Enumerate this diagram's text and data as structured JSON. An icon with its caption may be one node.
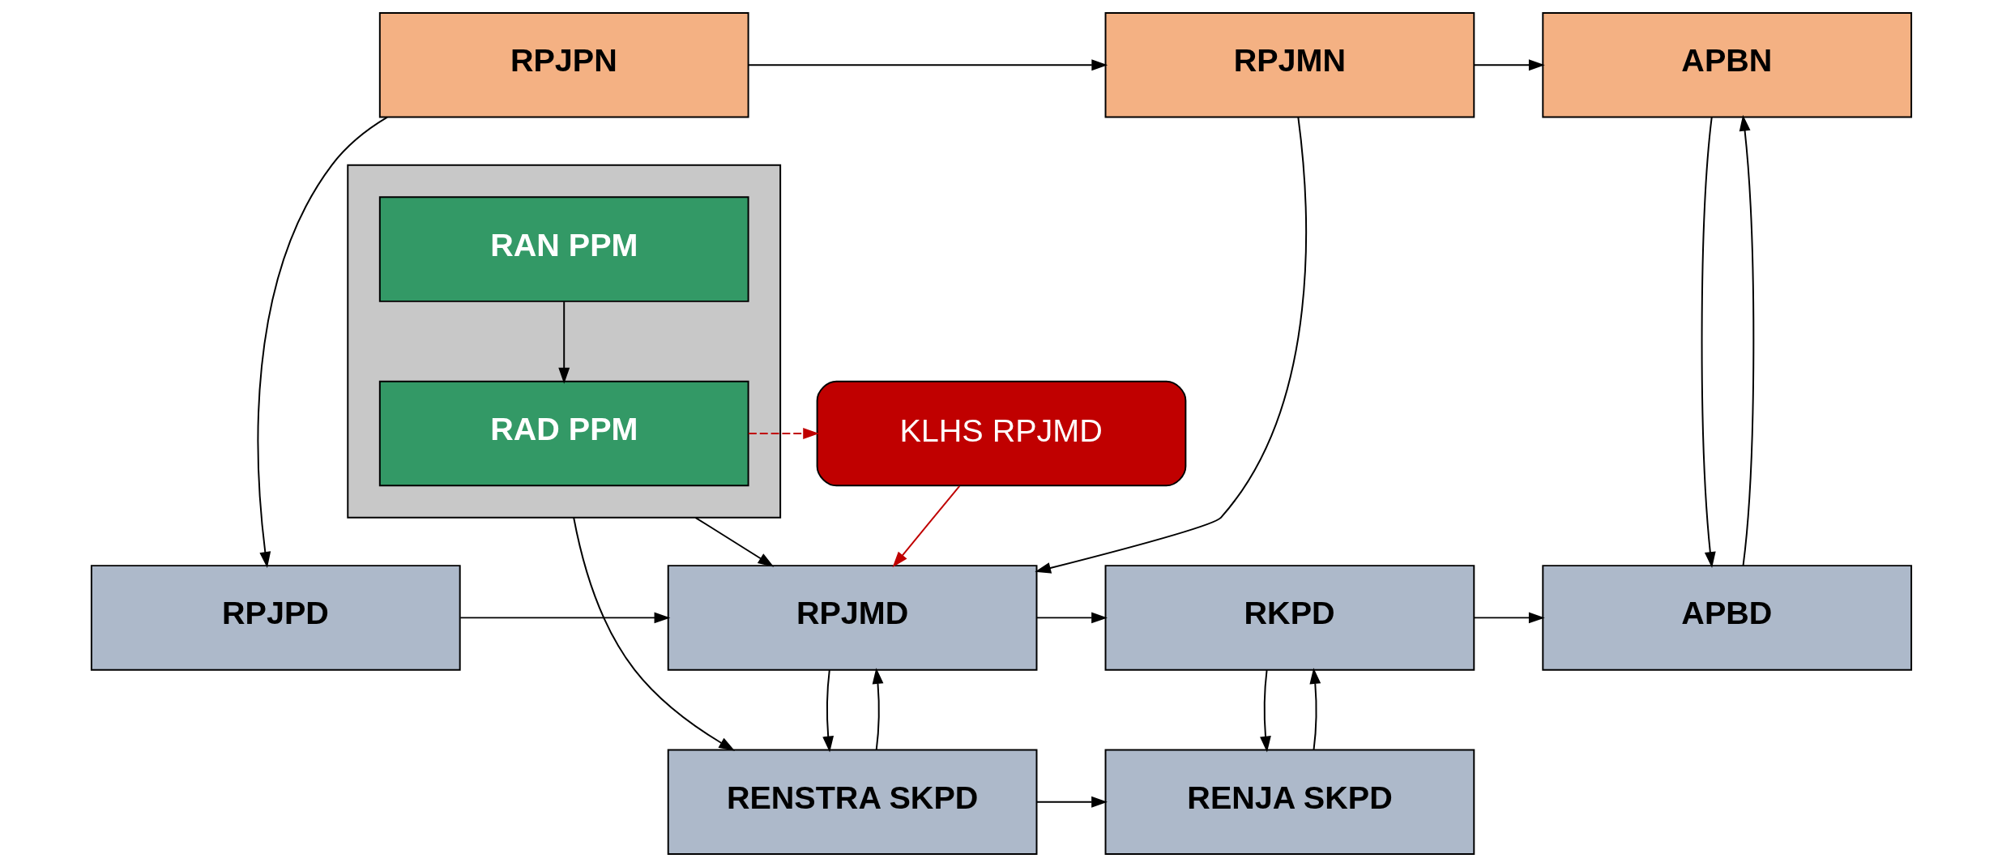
{
  "diagram": {
    "nodes": [
      {
        "text": [
          "RPJPN"
        ]
      },
      {
        "text": [
          "RPJMN"
        ]
      },
      {
        "text": [
          "APBN"
        ]
      },
      {
        "text": [],
        "shape": "box"
      },
      {
        "text": [
          "RAN PPM"
        ],
        "in": 3
      },
      {
        "text": [
          "RAD PPM"
        ],
        "in": 3
      },
      {
        "text": [
          "KLHS RPJMD"
        ]
      },
      {
        "text": [
          "RPJPD"
        ]
      },
      {
        "text": [
          "RPJMD"
        ]
      },
      {
        "text": [
          "RKPD"
        ]
      },
      {
        "text": [
          "APBD"
        ]
      },
      {
        "text": [
          "RENSTRA SKPD"
        ]
      },
      {
        "text": [
          "RENJA SKPD"
        ]
      }
    ],
    "edges": [
      {
        "from": 0,
        "to": 1,
        "arrow": "to"
      },
      {
        "from": 1,
        "to": 2,
        "arrow": "to"
      },
      {
        "from": 0,
        "to": 7,
        "arrow": "to"
      },
      {
        "from": 1,
        "to": 8,
        "arrow": "to"
      },
      {
        "from": 4,
        "to": 5,
        "arrow": "to"
      },
      {
        "from": 5,
        "to": 6,
        "arrow": "to",
        "style": "dashed",
        "color": "#c00000"
      },
      {
        "from": 6,
        "to": 8,
        "arrow": "to",
        "color": "#c00000"
      },
      {
        "from": 3,
        "to": 8,
        "arrow": "to"
      },
      {
        "from": 3,
        "to": 11,
        "arrow": "to"
      },
      {
        "from": 7,
        "to": 8,
        "arrow": "to"
      },
      {
        "from": 8,
        "to": 9,
        "arrow": "to"
      },
      {
        "from": 9,
        "to": 10,
        "arrow": "to"
      },
      {
        "from": 10,
        "to": 2,
        "arrow": "to"
      },
      {
        "from": 2,
        "to": 10,
        "arrow": "to"
      },
      {
        "from": 8,
        "to": 11,
        "arrow": "to"
      },
      {
        "from": 11,
        "to": 8,
        "arrow": "to"
      },
      {
        "from": 9,
        "to": 12,
        "arrow": "to"
      },
      {
        "from": 12,
        "to": 9,
        "arrow": "to"
      },
      {
        "from": 11,
        "to": 12,
        "arrow": "to"
      }
    ]
  }
}
